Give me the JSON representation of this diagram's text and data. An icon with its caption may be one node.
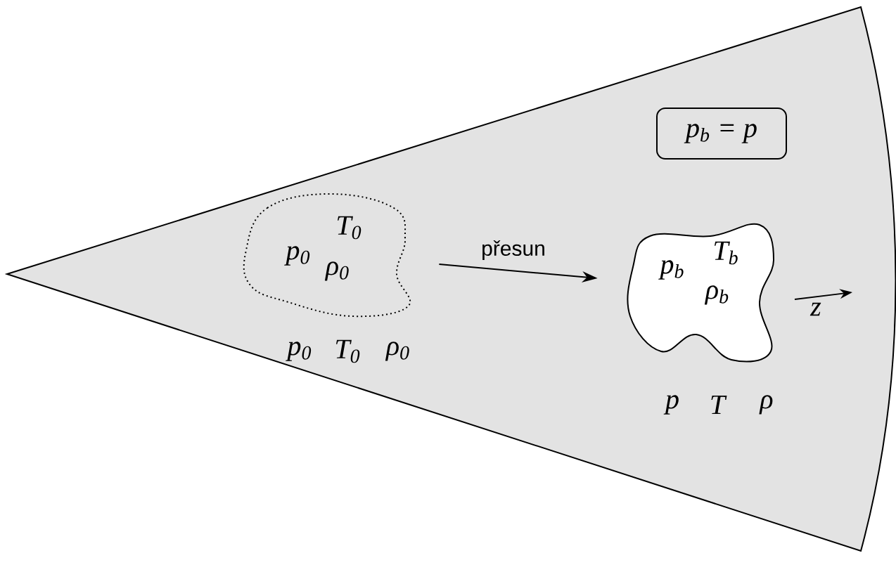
{
  "diagram": {
    "nodes": [
      {
        "text": [
          "p$_{0}$",
          "T$_{0}$",
          "ρ$_{0}$"
        ]
      },
      {
        "text": [
          "p$_{b}$",
          "T$_{b}$",
          "ρ$_{b}$"
        ]
      },
      {
        "text": [
          "p$_{b}$ = p"
        ]
      }
    ],
    "edges": [
      {
        "from": 0,
        "to": 1,
        "arrow": "to",
        "label": "přesun"
      }
    ],
    "labels": [
      "p$_{0}$",
      "T$_{0}$",
      "ρ$_{0}$",
      "p",
      "T",
      "ρ",
      "z"
    ]
  }
}
